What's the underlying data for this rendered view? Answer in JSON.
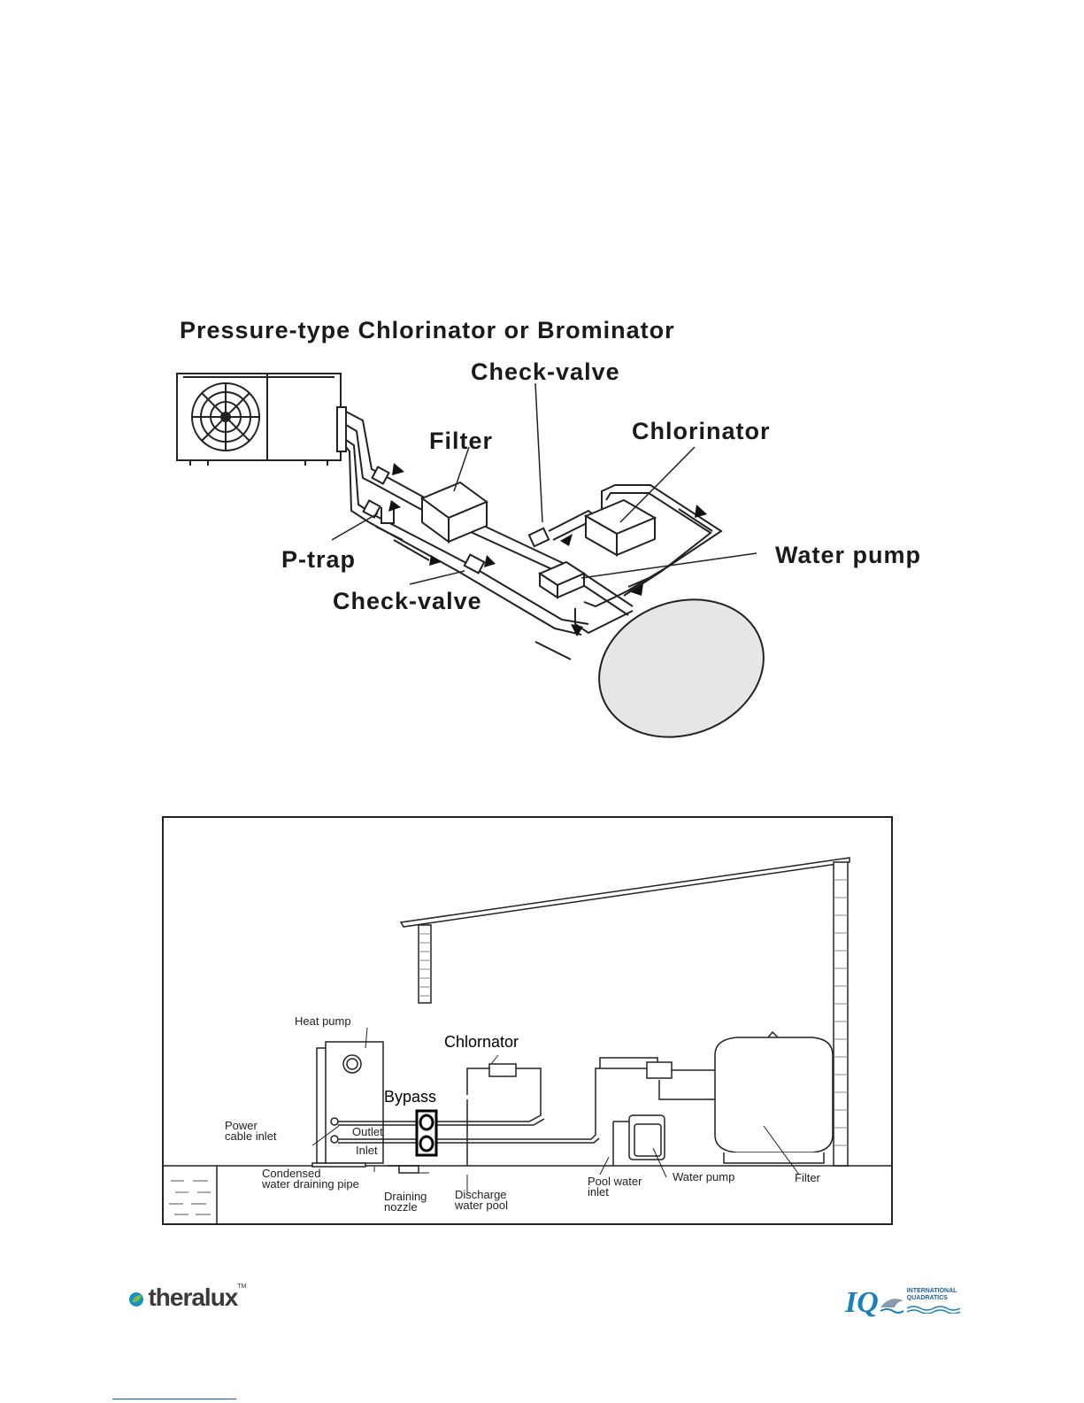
{
  "diagram1": {
    "title": "Pressure-type Chlorinator or Brominator",
    "labels": {
      "check_valve_top": "Check-valve",
      "chlorinator": "Chlorinator",
      "filter": "Filter",
      "p_trap": "P-trap",
      "water_pump": "Water pump",
      "check_valve_bottom": "Check-valve"
    }
  },
  "diagram2": {
    "labels": {
      "heat_pump": "Heat pump",
      "chlornator": "Chlornator",
      "bypass": "Bypass",
      "power_cable_inlet_1": "Power",
      "power_cable_inlet_2": "cable inlet",
      "outlet": "Outlet",
      "inlet": "Inlet",
      "condensed_1": "Condensed",
      "condensed_2": "water draining pipe",
      "draining_nozzle_1": "Draining",
      "draining_nozzle_2": "nozzle",
      "discharge_1": "Discharge",
      "discharge_2": "water pool",
      "pool_water_inlet_1": "Pool water",
      "pool_water_inlet_2": "inlet",
      "water_pump": "Water pump",
      "filter": "Filter"
    }
  },
  "footer": {
    "logo_left": "theralux",
    "logo_left_tm": "TM",
    "logo_right_mark": "IQ",
    "logo_right_line1": "INTERNATIONAL",
    "logo_right_line2": "QUADRATICS"
  }
}
